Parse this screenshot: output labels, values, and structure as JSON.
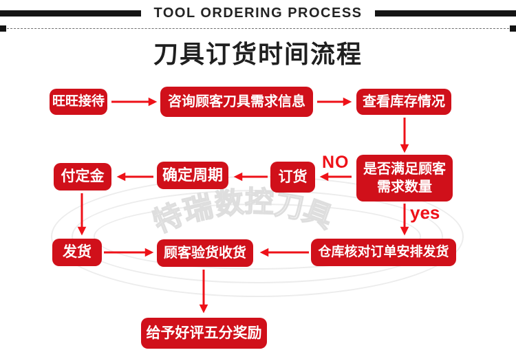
{
  "header": {
    "banner": "TOOL ORDERING PROCESS"
  },
  "title": "刀具订货时间流程",
  "watermark": {
    "text": "特瑞数控刀具"
  },
  "flowchart": {
    "nodes": {
      "wangwang": "旺旺接待",
      "consult": "咨询顾客刀具需求信息",
      "check_stock": "查看库存情况",
      "satisfy": "是否满足顾客\n需求数量",
      "order": "订货",
      "cycle": "确定周期",
      "deposit": "付定金",
      "ship": "发货",
      "inspect": "顾客验货收货",
      "warehouse": "仓库核对订单安排发货",
      "reward": "给予好评五分奖励"
    },
    "branch_labels": {
      "no": "NO",
      "yes": "yes"
    }
  },
  "colors": {
    "node_red": "#d0101a",
    "arrow_red": "#ee1118",
    "header_text": "#232323",
    "watermark_gray": "#dedede"
  }
}
